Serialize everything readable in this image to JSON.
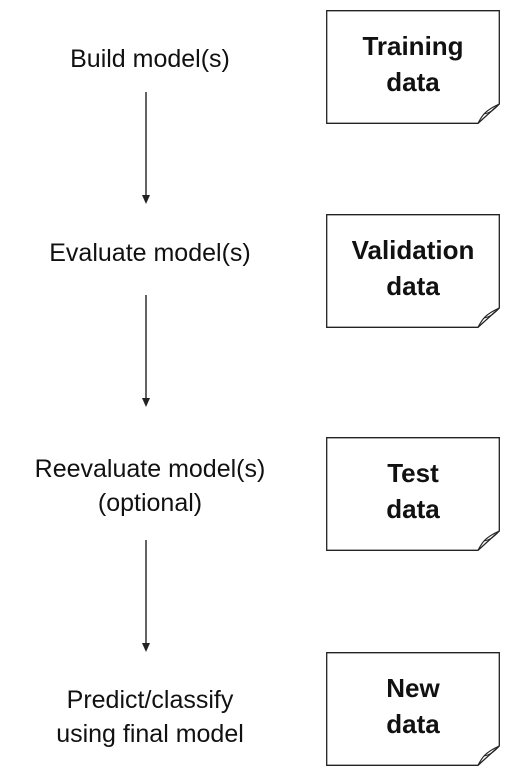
{
  "steps": [
    {
      "lines": [
        "Build model(s)",
        ""
      ]
    },
    {
      "lines": [
        "Evaluate model(s)",
        ""
      ]
    },
    {
      "lines": [
        "Reevaluate model(s)",
        "(optional)"
      ]
    },
    {
      "lines": [
        "Predict/classify",
        "using final model"
      ]
    }
  ],
  "datasets": [
    {
      "lines": [
        "Training",
        "data"
      ]
    },
    {
      "lines": [
        "Validation",
        "data"
      ]
    },
    {
      "lines": [
        "Test",
        "data"
      ]
    },
    {
      "lines": [
        "New",
        "data"
      ]
    }
  ],
  "colors": {
    "text": "#111111",
    "stroke": "#222222",
    "paper": "#ffffff"
  }
}
